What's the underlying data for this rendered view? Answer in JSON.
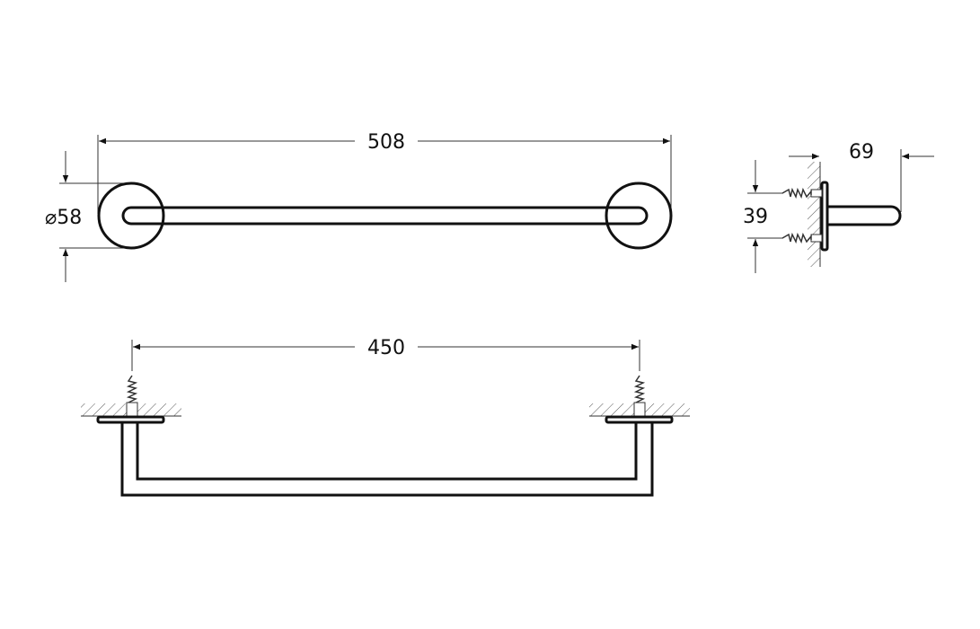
{
  "drawing": {
    "subject": "towel rail technical drawing",
    "colors": {
      "line": "#111111",
      "background": "#ffffff",
      "hatch": "#555555"
    },
    "views": {
      "front": {
        "overall_length_label": "508",
        "rose_diameter_label": "⌀58"
      },
      "side": {
        "projection_label": "69",
        "screw_spacing_label": "39"
      },
      "top": {
        "fixing_centers_label": "450"
      }
    }
  }
}
